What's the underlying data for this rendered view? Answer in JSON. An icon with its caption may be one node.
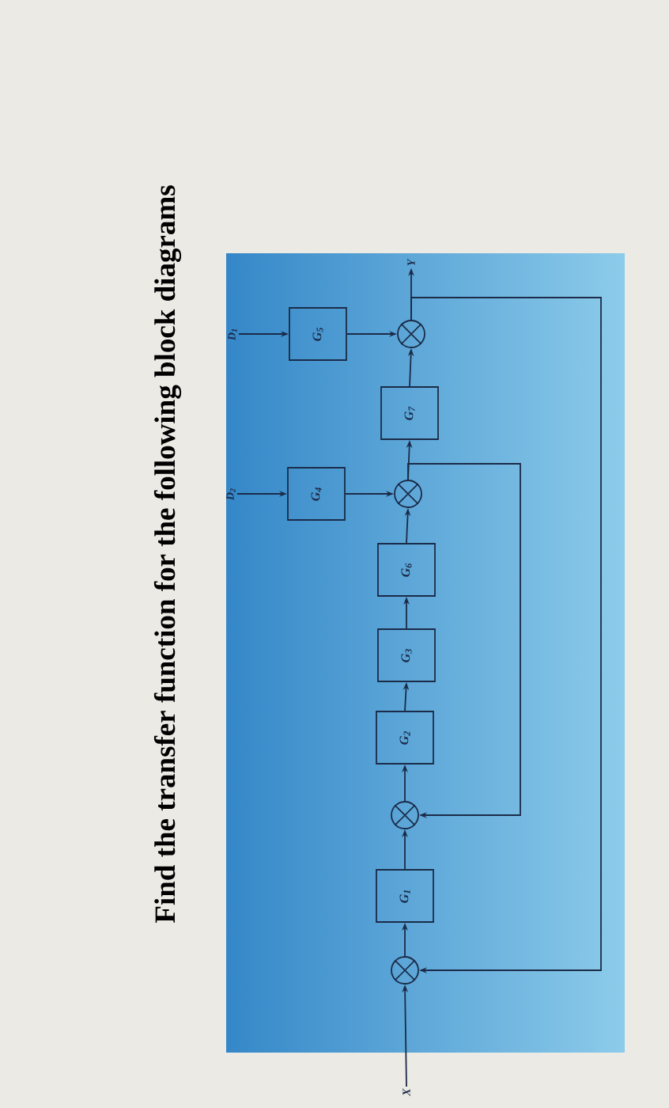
{
  "diagram": {
    "title": "Find the transfer function for the following block diagrams",
    "nodes": [
      {
        "text": [
          "X"
        ]
      },
      {
        "text": [],
        "shape": "circle"
      },
      {
        "text": [
          "G$_{1}$"
        ]
      },
      {
        "text": [],
        "shape": "circle"
      },
      {
        "text": [
          "G$_{2}$"
        ]
      },
      {
        "text": [
          "G$_{3}$"
        ]
      },
      {
        "text": [
          "G$_{6}$"
        ]
      },
      {
        "text": [],
        "shape": "circle"
      },
      {
        "text": [
          "G$_{7}$"
        ]
      },
      {
        "text": [],
        "shape": "circle"
      },
      {
        "text": [
          "Y"
        ]
      },
      {
        "text": [
          "D$_{1}$"
        ]
      },
      {
        "text": [
          "G$_{5}$"
        ]
      },
      {
        "text": [
          "D$_{2}$"
        ]
      },
      {
        "text": [
          "G$_{4}$"
        ]
      }
    ],
    "edges": [
      {
        "from": 0,
        "to": 9,
        "arrow": "to"
      },
      {
        "from": 9,
        "to": 2,
        "arrow": "to"
      },
      {
        "from": 2,
        "to": 7,
        "arrow": "to"
      },
      {
        "from": 7,
        "to": 4,
        "arrow": "to"
      },
      {
        "from": 4,
        "to": 5,
        "arrow": "to"
      },
      {
        "from": 5,
        "to": 6,
        "arrow": "to"
      },
      {
        "from": 6,
        "to": 3,
        "arrow": "to"
      },
      {
        "from": 3,
        "to": 8,
        "arrow": "to"
      },
      {
        "from": 8,
        "to": 1,
        "arrow": "to"
      },
      {
        "from": 1,
        "to": 10,
        "arrow": "to"
      },
      {
        "from": 11,
        "to": 12,
        "arrow": "to"
      },
      {
        "from": 12,
        "to": 1,
        "arrow": "to"
      },
      {
        "from": 13,
        "to": 14,
        "arrow": "to"
      },
      {
        "from": 14,
        "to": 3,
        "arrow": "to"
      },
      {
        "from": 3,
        "to": 7,
        "arrow": "to"
      },
      {
        "from": 1,
        "to": 9,
        "arrow": "to"
      }
    ]
  }
}
